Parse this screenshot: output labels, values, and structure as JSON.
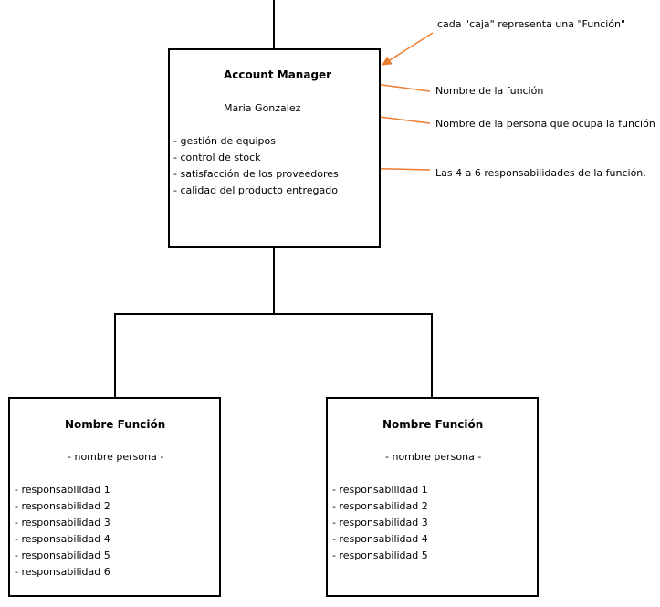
{
  "main_box": {
    "title": "Account Manager",
    "person": "Maria Gonzalez",
    "responsibilities": [
      "- gestión de equipos",
      "- control de stock",
      "- satisfacción de los proveedores",
      "- calidad del producto entregado"
    ]
  },
  "left_box": {
    "title": "Nombre Función",
    "person": "- nombre persona -",
    "responsibilities": [
      "- responsabilidad 1",
      "- responsabilidad 2",
      "- responsabilidad 3",
      "- responsabilidad 4",
      "- responsabilidad 5",
      "- responsabilidad 6"
    ]
  },
  "right_box": {
    "title": "Nombre Función",
    "person": "- nombre persona -",
    "responsibilities": [
      "- responsabilidad 1",
      "- responsabilidad 2",
      "- responsabilidad 3",
      "- responsabilidad 4",
      "- responsabilidad 5"
    ]
  },
  "annotations": {
    "box": "cada \"caja\" representa una \"Función\"",
    "function_name": "Nombre de la función",
    "person_name": "Nombre de la persona que ocupa la función",
    "responsibilities": "Las 4 a 6 responsabilidades de la función."
  },
  "colors": {
    "annotation_arrow": "#ED7D31",
    "box_border": "#000000"
  }
}
